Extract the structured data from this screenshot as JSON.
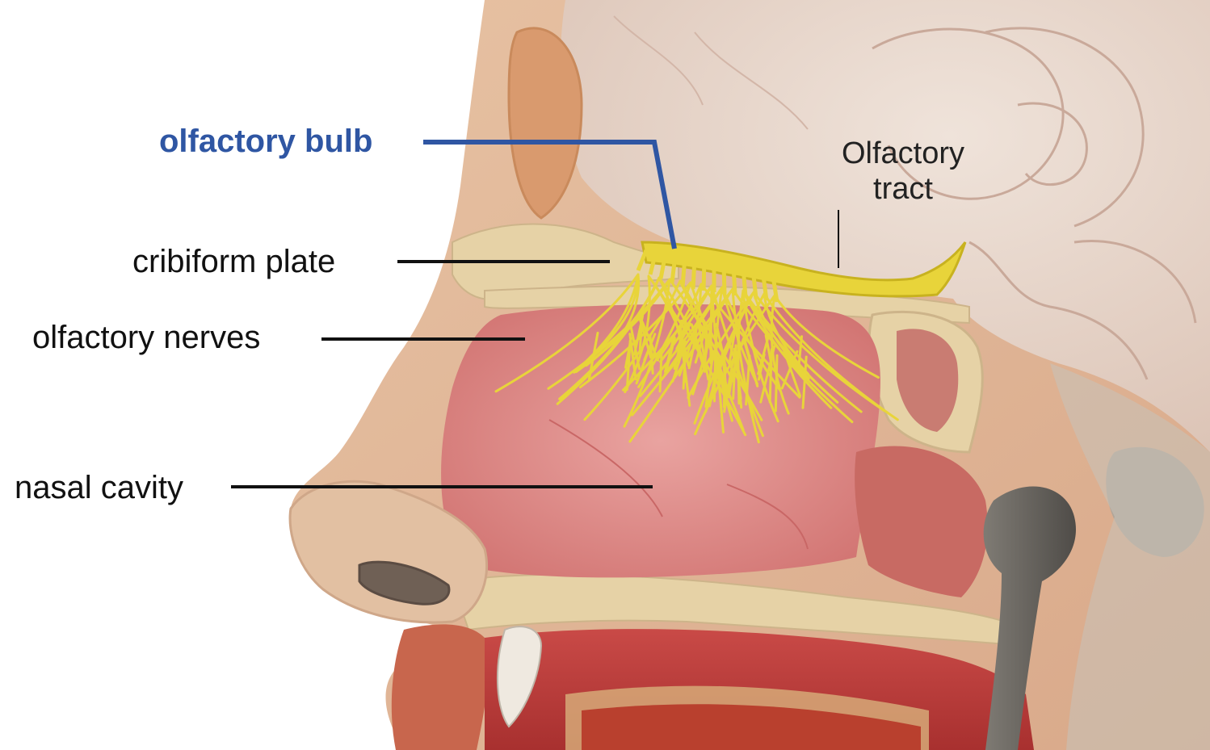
{
  "labels": {
    "olfactory_bulb": "olfactory bulb",
    "cribiform_plate": "cribiform plate",
    "olfactory_nerves": "olfactory nerves",
    "nasal_cavity": "nasal cavity",
    "olfactory_tract_line1": "Olfactory",
    "olfactory_tract_line2": "tract"
  },
  "colors": {
    "highlight_label": "#2f56a3",
    "label_text": "#111111",
    "nerve": "#e8d43a",
    "bone": "#e6d2a6",
    "mucosa": "#dc8a86",
    "skin": "#e8c7a6",
    "brain": "#e9d8cc"
  }
}
